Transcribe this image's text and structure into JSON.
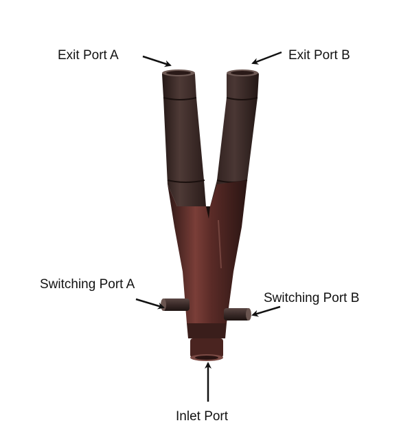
{
  "labels": {
    "exit_port_a": "Exit Port A",
    "exit_port_b": "Exit Port B",
    "switching_port_a": "Switching Port A",
    "switching_port_b": "Switching Port B",
    "inlet_port": "Inlet Port"
  },
  "colors": {
    "background": "#ffffff",
    "body_dark": "#3a1f1c",
    "body_mid": "#6a3430",
    "body_highlight": "#8e5a52",
    "arrow": "#111111"
  }
}
